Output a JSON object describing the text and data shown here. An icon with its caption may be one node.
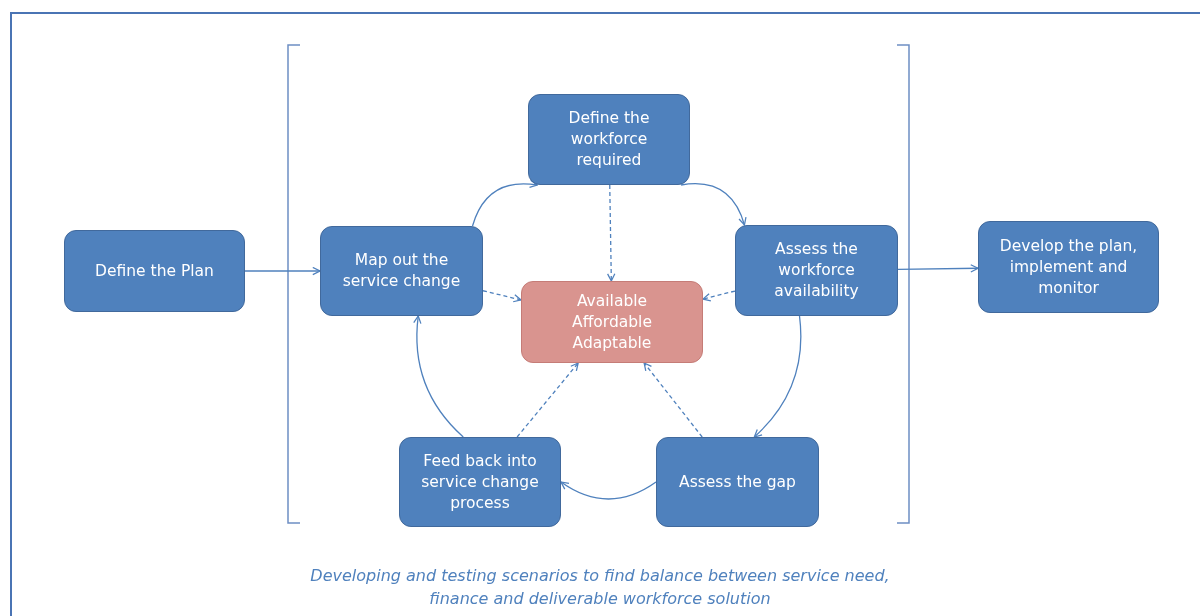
{
  "diagram": {
    "caption": "Developing and testing scenarios to find balance between service need, finance and deliverable workforce solution",
    "nodes": [
      {
        "text": [
          "Define the Plan"
        ]
      },
      {
        "text": [
          "Map out the service change"
        ]
      },
      {
        "text": [
          "Define the workforce required"
        ]
      },
      {
        "text": [
          "Available Affordable Adaptable"
        ]
      },
      {
        "text": [
          "Assess the workforce availability"
        ]
      },
      {
        "text": [
          "Develop the plan, implement and monitor"
        ]
      },
      {
        "text": [
          "Feed back into service change process"
        ]
      },
      {
        "text": [
          "Assess the gap"
        ]
      }
    ],
    "edges": [
      {
        "from": 0,
        "to": 1,
        "arrow": "to"
      },
      {
        "from": 1,
        "to": 2,
        "arrow": "to"
      },
      {
        "from": 2,
        "to": 4,
        "arrow": "to"
      },
      {
        "from": 4,
        "to": 7,
        "arrow": "to"
      },
      {
        "from": 7,
        "to": 6,
        "arrow": "to"
      },
      {
        "from": 6,
        "to": 1,
        "arrow": "to"
      },
      {
        "from": 4,
        "to": 5,
        "arrow": "to"
      },
      {
        "from": 2,
        "to": 3,
        "arrow": "to",
        "style": "dashed"
      },
      {
        "from": 1,
        "to": 3,
        "arrow": "to",
        "style": "dashed"
      },
      {
        "from": 4,
        "to": 3,
        "arrow": "to",
        "style": "dashed"
      },
      {
        "from": 6,
        "to": 3,
        "arrow": "to",
        "style": "dashed"
      },
      {
        "from": 7,
        "to": 3,
        "arrow": "to",
        "style": "dashed"
      }
    ]
  }
}
